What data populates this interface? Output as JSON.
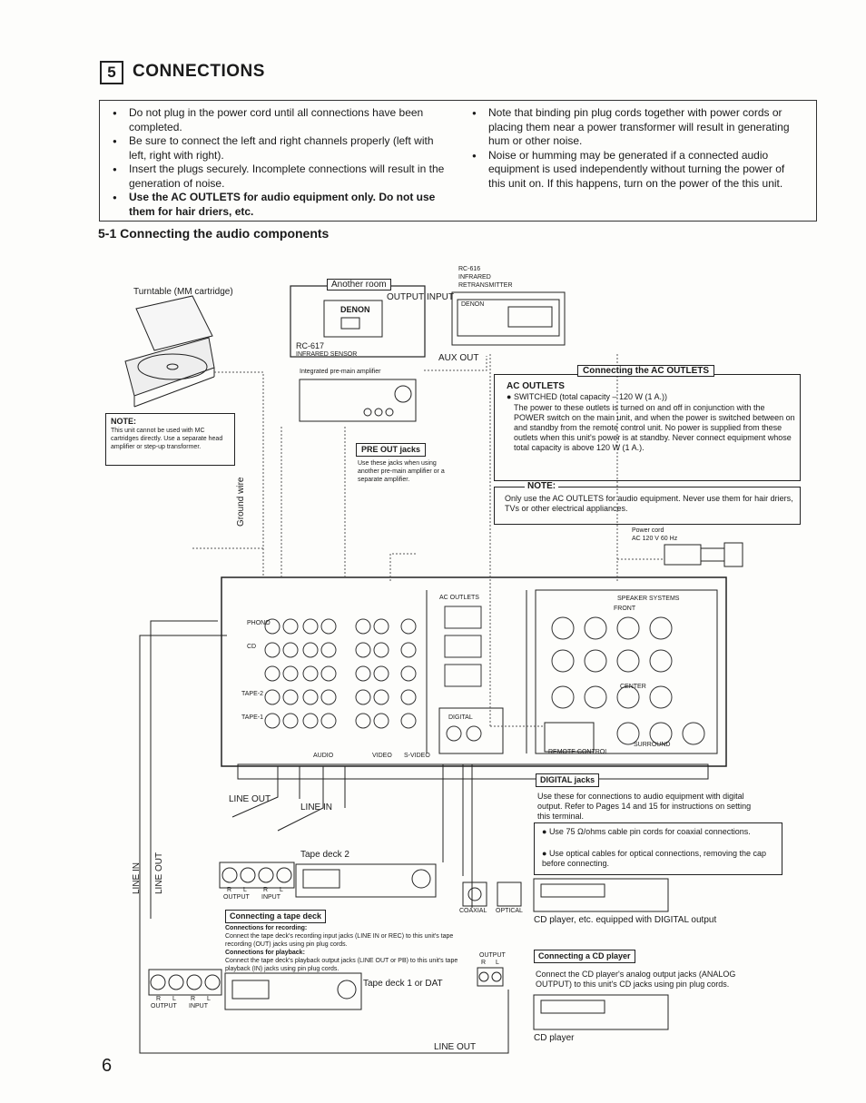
{
  "section": {
    "number": "5",
    "title": "CONNECTIONS"
  },
  "notes_left": [
    {
      "text": "Do not plug in the power cord until all connections have been completed.",
      "bold": false
    },
    {
      "text": "Be sure to connect the left and right channels properly (left with left, right with right).",
      "bold": false
    },
    {
      "text": "Insert the plugs securely. Incomplete connections will result in the generation of noise.",
      "bold": false
    },
    {
      "text": "Use the AC OUTLETS for audio equipment only. Do not use them for hair driers, etc.",
      "bold": true
    }
  ],
  "notes_right": [
    {
      "text": "Note that binding pin plug cords together with power cords or placing them near a power transformer will result in generating hum or other noise.",
      "bold": false
    },
    {
      "text": "Noise or humming may be generated if a connected audio equipment is used independently without turning the power of this unit on. If this happens, turn on the power of the this unit.",
      "bold": false
    }
  ],
  "subsection": "5-1  Connecting the audio components",
  "turntable": {
    "label": "Turntable (MM cartridge)",
    "note_title": "NOTE:",
    "note_text": "This unit cannot be used with MC cartridges directly. Use a separate head amplifier or step-up transformer.",
    "ground_wire": "Ground wire"
  },
  "another_room": {
    "title": "Another room",
    "output": "OUTPUT",
    "input": "INPUT",
    "denon": "DENON",
    "rc617": "RC-617",
    "rc617_desc": "INFRARED SENSOR",
    "amp_desc": "Integrated pre-main amplifier",
    "aux_out": "AUX OUT"
  },
  "rc616": {
    "model": "RC-616",
    "line1": "INFRARED",
    "line2": "RETRANSMITTER",
    "brand": "DENON"
  },
  "pre_out": {
    "title": "PRE OUT jacks",
    "text": "Use these jacks when using another pre-main amplifier or a separate amplifier."
  },
  "ac_outlets": {
    "box_title": "Connecting the AC OUTLETS",
    "heading": "AC OUTLETS",
    "switched": "SWITCHED (total capacity – 120 W (1 A.))",
    "body": "The power to these outlets is turned on and off in conjunction with the POWER switch on the main unit, and when the power is switched between on and standby from the remote control unit. No power is supplied from these outlets when this unit's power is at standby. Never connect equipment whose total capacity is above 120 W (1 A.).",
    "note_title": "NOTE:",
    "note_text": "Only use the AC OUTLETS for audio equipment. Never use them for hair driers, TVs or other electrical appliances.",
    "power_cord_1": "Power cord",
    "power_cord_2": "AC 120 V 60 Hz"
  },
  "receiver_labels": {
    "phono": "PHONO",
    "cd": "CD",
    "tape1": "TAPE-1",
    "tape2": "TAPE-2",
    "audio": "AUDIO",
    "video": "VIDEO",
    "s_video": "S-VIDEO",
    "ac_outlets": "AC OUTLETS",
    "speaker_systems": "SPEAKER SYSTEMS",
    "front": "FRONT",
    "center": "CENTER",
    "surround": "SURROUND",
    "digital": "DIGITAL",
    "remote": "REMOTE CONTROL"
  },
  "digital_jacks": {
    "title": "DIGITAL jacks",
    "text": "Use these for connections to audio equipment with digital output. Refer to Pages 14 and 15 for instructions on setting this terminal.",
    "bullet1": "Use 75 Ω/ohms cable pin cords for coaxial connections.",
    "bullet2": "Use optical cables for optical connections, removing the cap before connecting.",
    "coaxial": "COAXIAL",
    "optical": "OPTICAL"
  },
  "cd_digital_label": "CD player, etc. equipped with DIGITAL output",
  "tape2": {
    "line_out": "LINE OUT",
    "line_in": "LINE IN",
    "title": "Tape deck 2",
    "r": "R",
    "l": "L",
    "output": "OUTPUT",
    "input": "INPUT",
    "side_line_in": "LINE IN",
    "side_line_out": "LINE OUT"
  },
  "tape_box": {
    "title": "Connecting a tape deck",
    "rec_title": "Connections for recording:",
    "rec_text": "Connect the tape deck's recording input jacks (LINE IN or REC) to this unit's tape recording (OUT) jacks using pin plug cords.",
    "play_title": "Connections for playback:",
    "play_text": "Connect the tape deck's playback output jacks (LINE OUT or PB) to this unit's tape playback (IN) jacks using pin plug cords."
  },
  "tape1": {
    "title": "Tape deck 1 or DAT",
    "r": "R",
    "l": "L",
    "output": "OUTPUT",
    "input": "INPUT",
    "line_out": "LINE OUT"
  },
  "cd_box": {
    "title": "Connecting a CD player",
    "text": "Connect the CD player's analog output jacks (ANALOG OUTPUT) to this unit's CD jacks using pin plug cords.",
    "output": "OUTPUT",
    "r": "R",
    "l": "L",
    "cd_label": "CD player"
  },
  "page_number": "6"
}
